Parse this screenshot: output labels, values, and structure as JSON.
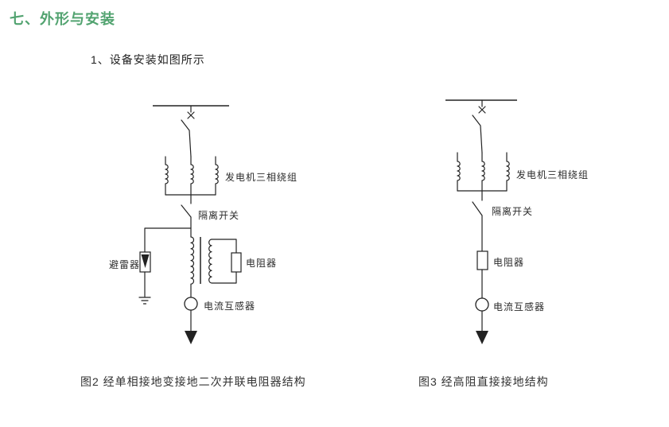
{
  "page": {
    "title": "七、外形与安装",
    "subtitle": "1、设备安装如图所示",
    "accent_color": "#52a370",
    "line_color": "#222222"
  },
  "figure2": {
    "labels": {
      "winding": "发电机三相绕组",
      "disconnect": "隔离开关",
      "arrester": "避雷器",
      "resistor": "电阻器",
      "ct": "电流互感器"
    },
    "caption": "图2  经单相接地变接地二次并联电阻器结构"
  },
  "figure3": {
    "labels": {
      "winding": "发电机三相绕组",
      "disconnect": "隔离开关",
      "resistor": "电阻器",
      "ct": "电流互感器"
    },
    "caption": "图3  经高阻直接接地结构"
  }
}
